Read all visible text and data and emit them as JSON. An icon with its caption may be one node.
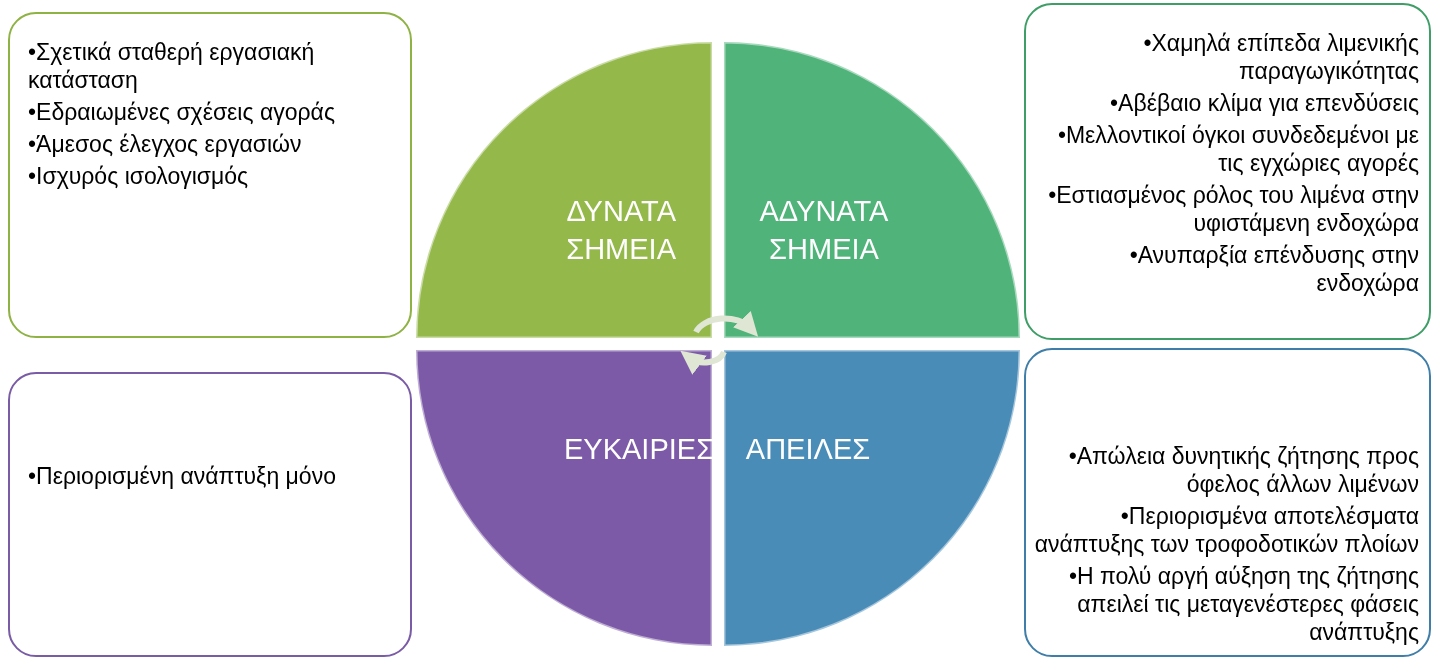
{
  "diagram": {
    "nodes": [
      {
        "text": [
          "•Σχετικά σταθερή εργασιακή κατάσταση",
          "•Εδραιωμένες σχέσεις αγοράς",
          "•Άμεσος έλεγχος εργασιών",
          "•Ισχυρός ισολογισμός"
        ]
      },
      {
        "text": [
          "ΔΥΝΑΤΑ ΣΗΜΕΙΑ"
        ]
      },
      {
        "text": [
          "•Χαμηλά επίπεδα λιμενικής παραγωγικότητας",
          "•Αβέβαιο κλίμα για επενδύσεις",
          "•Μελλοντικοί όγκοι συνδεδεμένοι με τις εγχώριες αγορές",
          "•Εστιασμένος ρόλος του λιμένα στην υφιστάμενη ενδοχώρα",
          "•Ανυπαρξία επένδυσης στην ενδοχώρα"
        ]
      },
      {
        "text": [
          "ΑΔΥΝΑΤΑ ΣΗΜΕΙΑ"
        ]
      },
      {
        "text": [
          "•Περιορισμένη ανάπτυξη μόνο"
        ]
      },
      {
        "text": [
          "ΕΥΚΑΙΡΙΕΣ"
        ]
      },
      {
        "text": [
          "•Απώλεια δυνητικής ζήτησης προς όφελος άλλων λιμένων",
          "•Περιορισμένα αποτελέσματα ανάπτυξης των τροφοδοτικών πλοίων",
          "•Η πολύ αργή αύξηση της ζήτησης απειλεί τις μεταγενέστερες φάσεις ανάπτυξης"
        ]
      },
      {
        "text": [
          "ΑΠΕΙΛΕΣ"
        ]
      }
    ],
    "edges": [
      {
        "from": 1,
        "to": 3,
        "arrow": "to"
      },
      {
        "from": 7,
        "to": 5,
        "arrow": "to"
      }
    ]
  }
}
